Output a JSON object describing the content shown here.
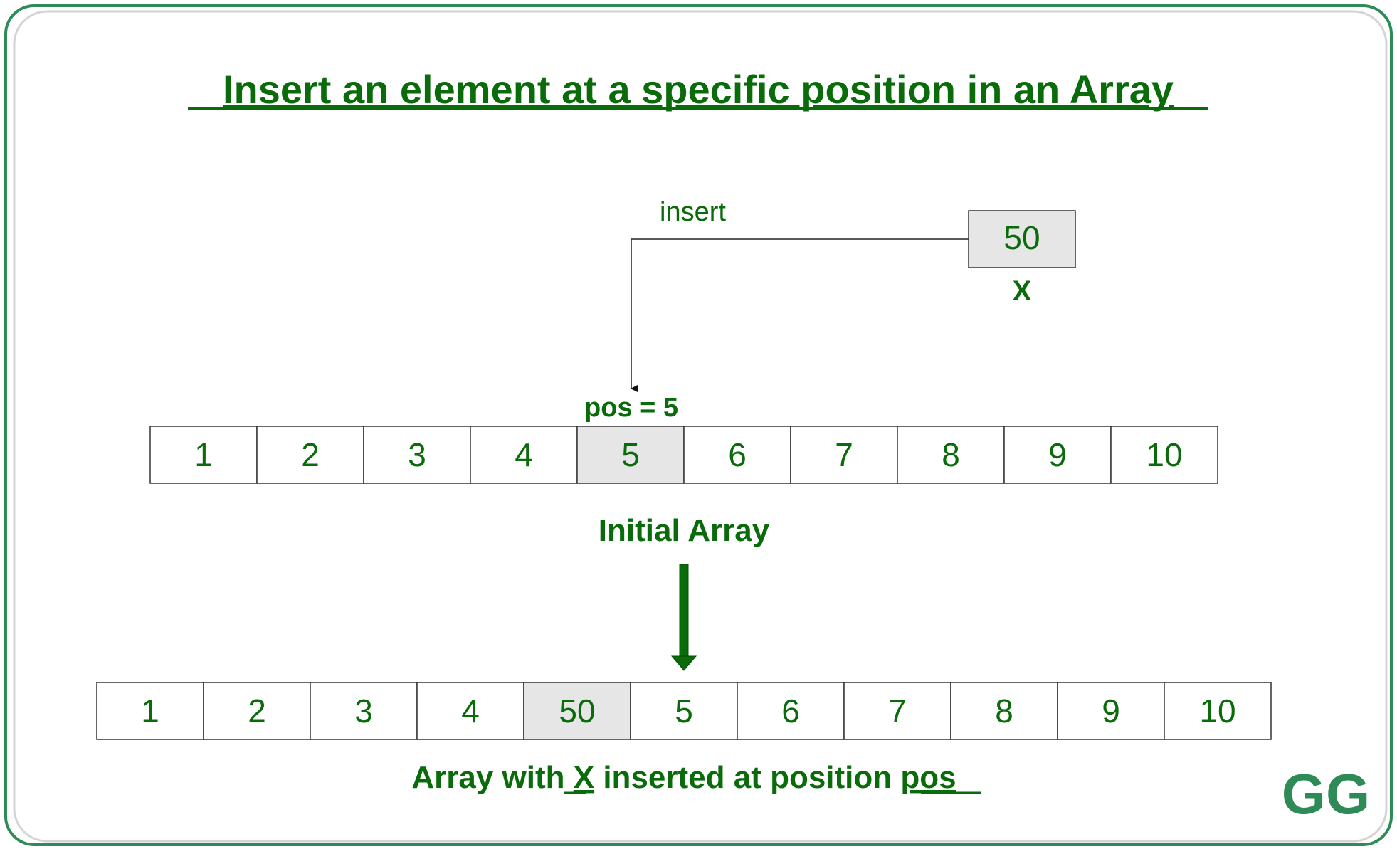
{
  "title": "Insert an element at a specific position in an Array",
  "insert_label": "insert",
  "x_box": {
    "value": "50",
    "label": "X"
  },
  "pos_label": "pos = 5",
  "initial_array": {
    "values": [
      "1",
      "2",
      "3",
      "4",
      "5",
      "6",
      "7",
      "8",
      "9",
      "10"
    ],
    "highlight_index": 4,
    "caption": "Initial Array"
  },
  "result_array": {
    "values": [
      "1",
      "2",
      "3",
      "4",
      "50",
      "5",
      "6",
      "7",
      "8",
      "9",
      "10"
    ],
    "highlight_index": 4,
    "caption": {
      "part1": "Array with ",
      "x": "X",
      "part2": " inserted at position ",
      "pos": "pos"
    }
  },
  "logo_text": "GG",
  "colors": {
    "green": "#0a6b0a",
    "frame_green": "#2e8b57",
    "highlight": "#e6e6e6",
    "line": "#333333"
  }
}
